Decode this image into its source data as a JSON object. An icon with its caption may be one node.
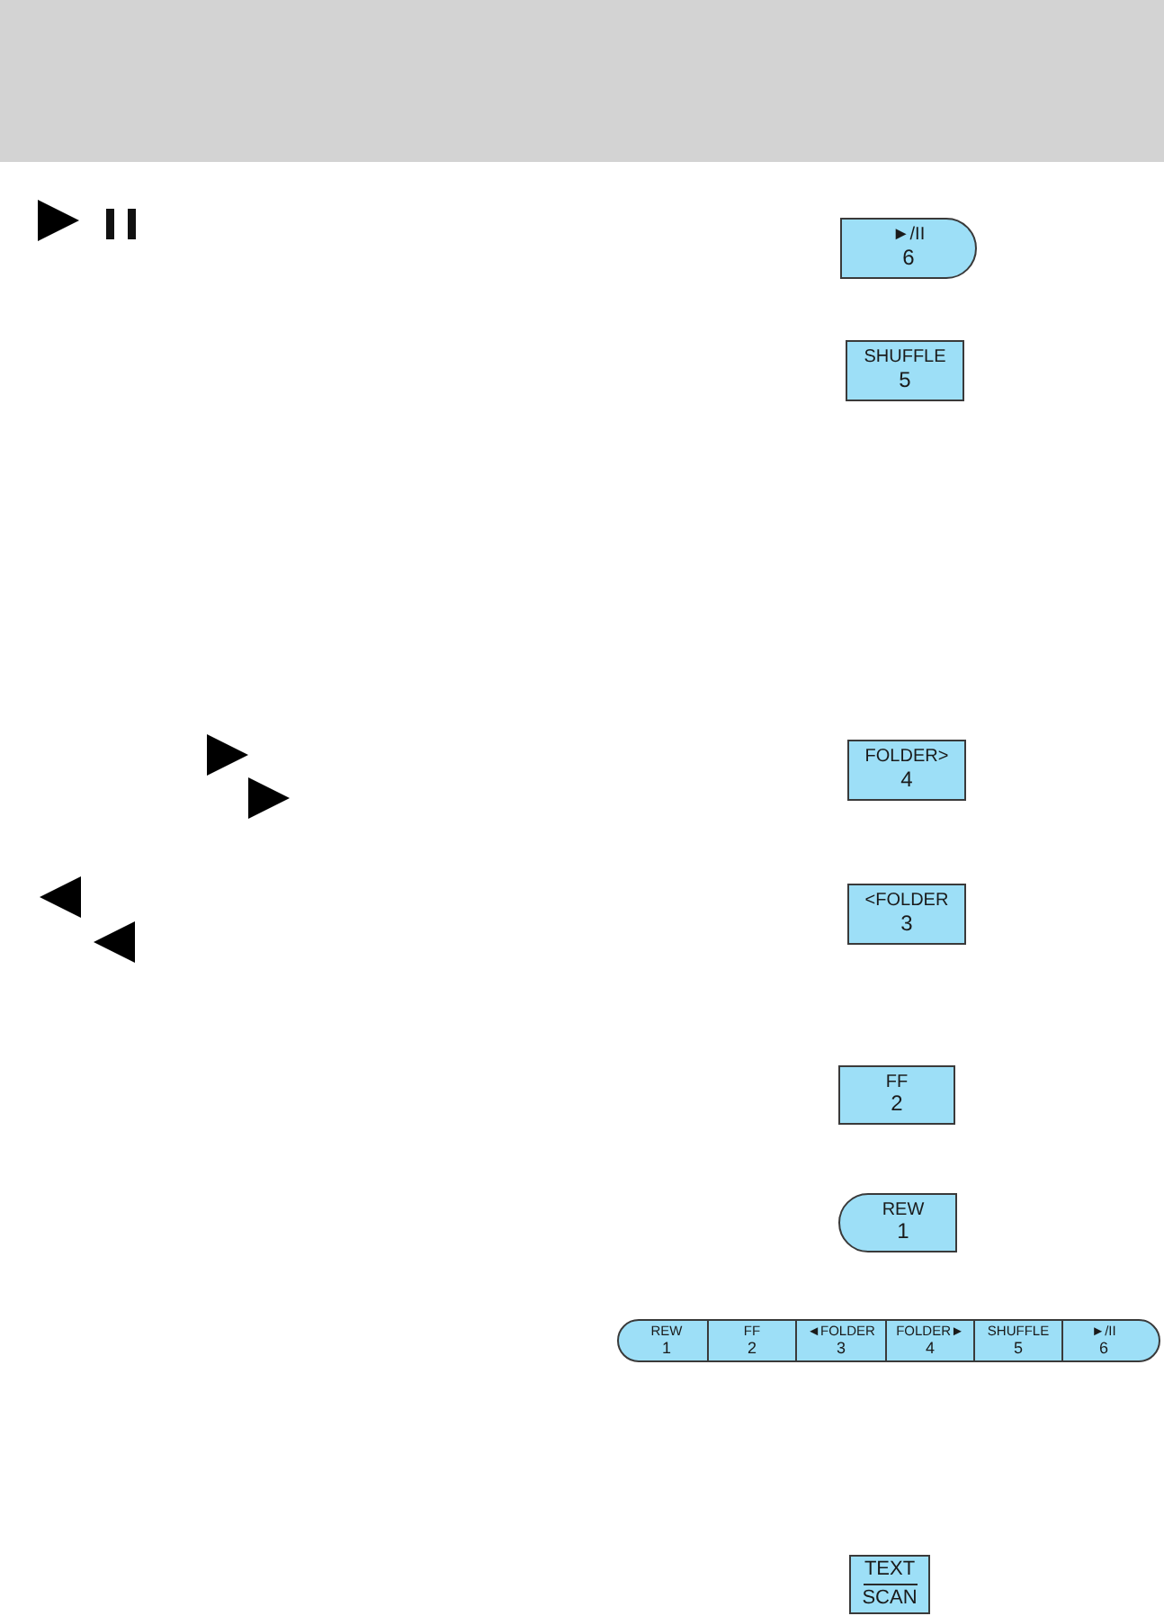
{
  "diagram": {
    "nodes": [
      {
        "text": [
          "►/II",
          "6"
        ]
      },
      {
        "text": [
          "SHUFFLE",
          "5"
        ]
      },
      {
        "text": [
          "FOLDER>",
          "4"
        ]
      },
      {
        "text": [
          "<FOLDER",
          "3"
        ]
      },
      {
        "text": [
          "FF",
          "2"
        ]
      },
      {
        "text": [
          "REW",
          "1"
        ]
      },
      {
        "text": [],
        "shape": "bar"
      },
      {
        "text": [
          "REW",
          "1"
        ],
        "in": 6
      },
      {
        "text": [
          "FF",
          "2"
        ],
        "in": 6
      },
      {
        "text": [
          "◄FOLDER",
          "3"
        ],
        "in": 6
      },
      {
        "text": [
          "FOLDER►",
          "4"
        ],
        "in": 6
      },
      {
        "text": [
          "SHUFFLE",
          "5"
        ],
        "in": 6
      },
      {
        "text": [
          "►/II",
          "6"
        ],
        "in": 6
      },
      {
        "text": [
          "TEXT",
          "SCAN"
        ]
      }
    ]
  }
}
